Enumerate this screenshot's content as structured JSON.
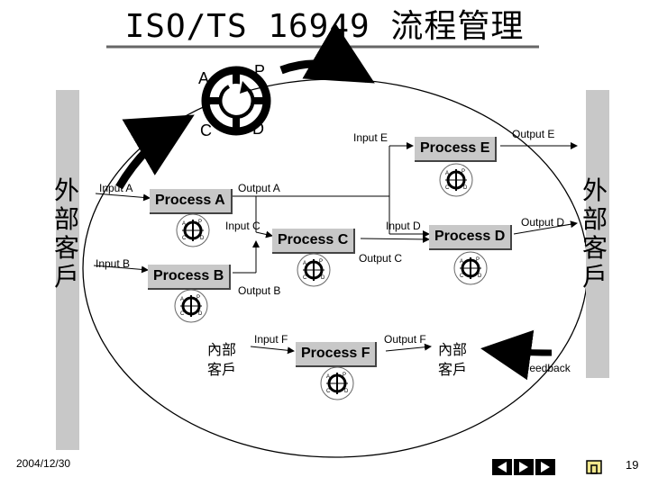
{
  "title": "ISO/TS 16949 流程管理",
  "pdca": {
    "p": "P",
    "d": "D",
    "c": "C",
    "a": "A"
  },
  "external_customer_left": [
    "外",
    "部",
    "客",
    "戶"
  ],
  "external_customer_right": [
    "外",
    "部",
    "客",
    "戶"
  ],
  "internal_customer": [
    "內部",
    "客戶"
  ],
  "processes": {
    "a": "Process A",
    "b": "Process B",
    "c": "Process C",
    "d": "Process D",
    "e": "Process E",
    "f": "Process F"
  },
  "labels": {
    "input_a": "Input A",
    "input_b": "Input B",
    "input_c": "Input C",
    "input_d": "Input D",
    "input_e": "Input E",
    "input_f": "Input F",
    "output_a": "Output A",
    "output_b": "Output B",
    "output_c": "Output C",
    "output_d": "Output D",
    "output_e": "Output E",
    "output_f": "Output F",
    "feedback": "Feedback"
  },
  "footer": {
    "date": "2004/12/30",
    "page": "19"
  }
}
